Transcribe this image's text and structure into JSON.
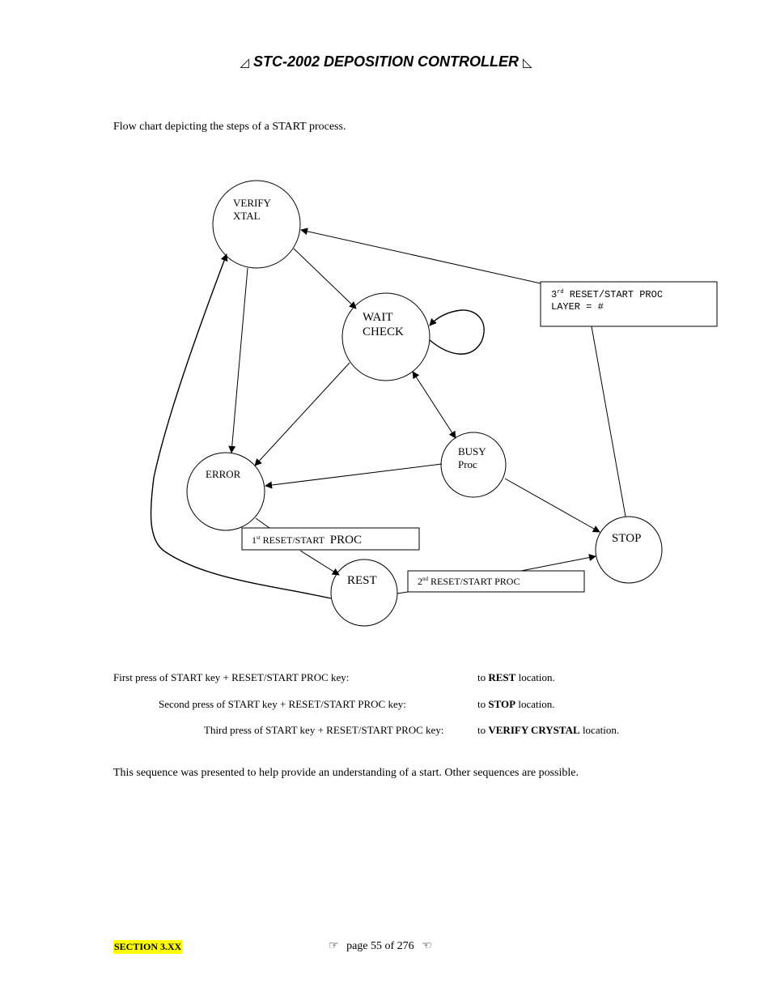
{
  "header": {
    "title": "STC-2002  DEPOSITION CONTROLLER",
    "left_glyph": "◿",
    "right_glyph": "◺"
  },
  "intro": "Flow chart depicting the steps of a START process.",
  "diagram": {
    "nodes": {
      "verify": [
        "VERIFY",
        "XTAL"
      ],
      "wait": [
        "WAIT",
        "CHECK"
      ],
      "busy": [
        "BUSY",
        "Proc"
      ],
      "error": "ERROR",
      "stop": "STOP",
      "rest": "REST"
    },
    "boxes": {
      "first": {
        "ordinal": "1",
        "suffix": "st",
        "text": " RESET/START ",
        "proc": "PROC"
      },
      "second": {
        "ordinal": "2",
        "suffix": "nd",
        "text": " RESET/START PROC"
      },
      "third": {
        "ordinal": "3",
        "suffix": "rd",
        "line1": " RESET/START PROC",
        "line2": "LAYER = #"
      }
    }
  },
  "steps": [
    {
      "label": "First press of START key + RESET/START PROC key:",
      "pre": "to ",
      "target": "REST",
      "post": " location."
    },
    {
      "label": "Second press of START key + RESET/START PROC key:",
      "pre": "to ",
      "target": "STOP",
      "post": " location."
    },
    {
      "label": "Third press of START key + RESET/START PROC key:",
      "pre": "to ",
      "target": "VERIFY CRYSTAL",
      "post": " location."
    }
  ],
  "closing": "This sequence was presented to help provide an understanding of a start. Other sequences are possible.",
  "footer": {
    "section": "SECTION 3.XX",
    "page": "page 55 of 276",
    "left_glyph": "☞",
    "right_glyph": "☜"
  }
}
